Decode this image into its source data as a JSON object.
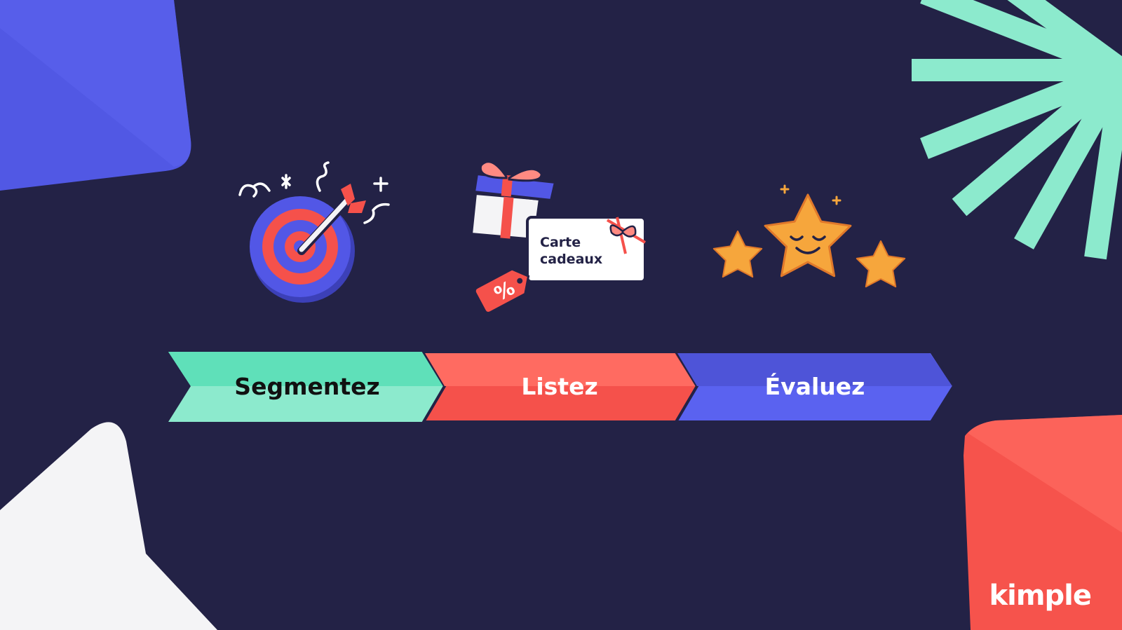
{
  "steps": [
    {
      "label": "Segmentez",
      "icon": "target-arrow-icon"
    },
    {
      "label": "Listez",
      "icon": "gift-card-icon"
    },
    {
      "label": "Évaluez",
      "icon": "rating-stars-icon"
    }
  ],
  "gift_card": {
    "line1": "Carte",
    "line2": "cadeaux"
  },
  "discount_tag": {
    "symbol": "%"
  },
  "brand": {
    "logo": "kimple"
  },
  "colors": {
    "background": "#232246",
    "mint": "#5fe0b9",
    "coral": "#f5514b",
    "indigo": "#5257e6",
    "star": "#f6a63c"
  }
}
